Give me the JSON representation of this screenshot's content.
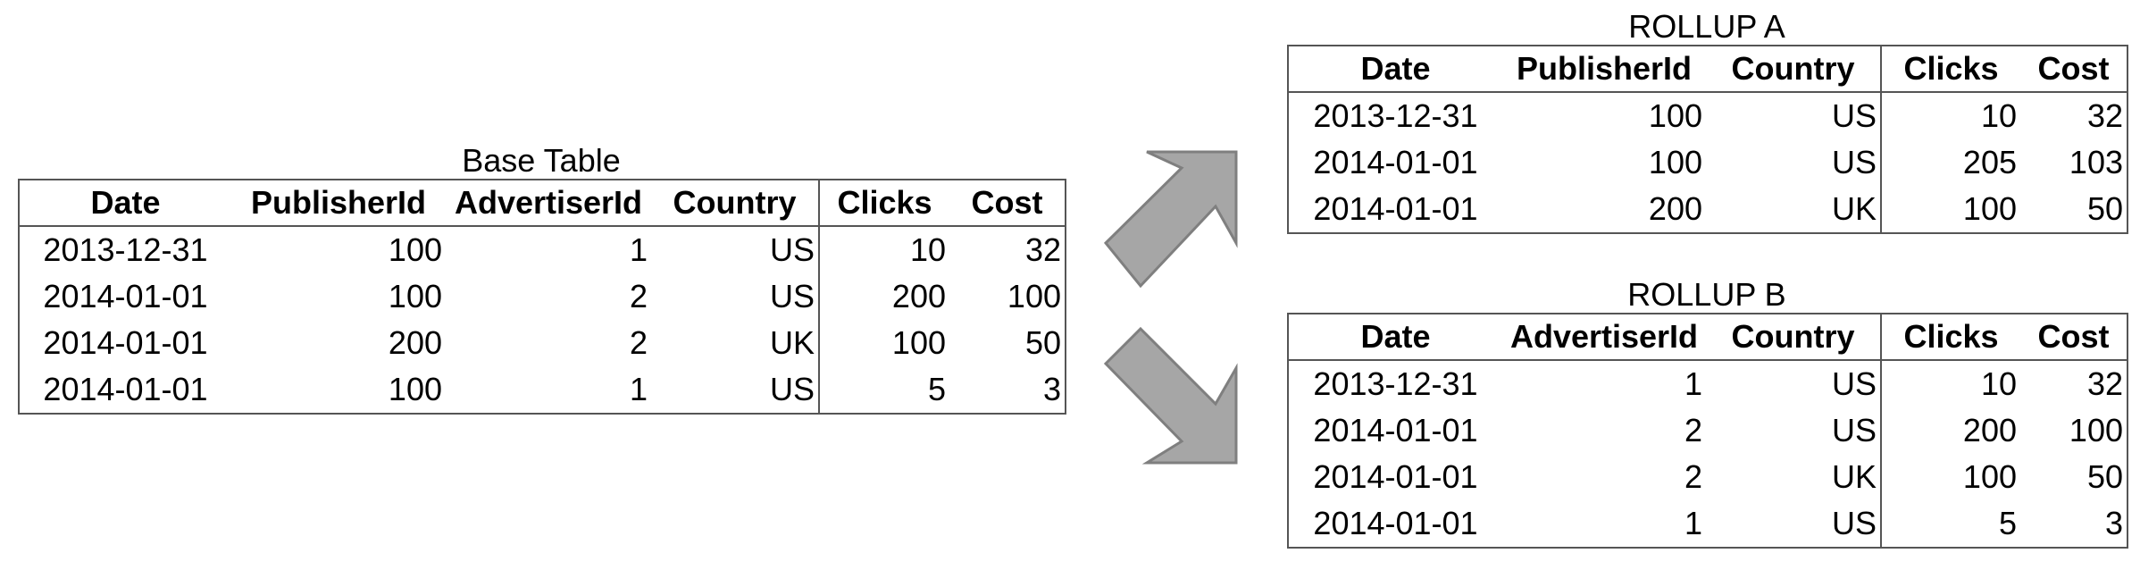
{
  "base_table": {
    "title": "Base Table",
    "columns": [
      "Date",
      "PublisherId",
      "AdvertiserId",
      "Country",
      "Clicks",
      "Cost"
    ],
    "rows": [
      [
        "2013-12-31",
        "100",
        "1",
        "US",
        "10",
        "32"
      ],
      [
        "2014-01-01",
        "100",
        "2",
        "US",
        "200",
        "100"
      ],
      [
        "2014-01-01",
        "200",
        "2",
        "UK",
        "100",
        "50"
      ],
      [
        "2014-01-01",
        "100",
        "1",
        "US",
        "5",
        "3"
      ]
    ]
  },
  "rollup_a": {
    "title": "ROLLUP A",
    "columns": [
      "Date",
      "PublisherId",
      "Country",
      "Clicks",
      "Cost"
    ],
    "rows": [
      [
        "2013-12-31",
        "100",
        "US",
        "10",
        "32"
      ],
      [
        "2014-01-01",
        "100",
        "US",
        "205",
        "103"
      ],
      [
        "2014-01-01",
        "200",
        "UK",
        "100",
        "50"
      ]
    ]
  },
  "rollup_b": {
    "title": "ROLLUP B",
    "columns": [
      "Date",
      "AdvertiserId",
      "Country",
      "Clicks",
      "Cost"
    ],
    "rows": [
      [
        "2013-12-31",
        "1",
        "US",
        "10",
        "32"
      ],
      [
        "2014-01-01",
        "2",
        "US",
        "200",
        "100"
      ],
      [
        "2014-01-01",
        "2",
        "UK",
        "100",
        "50"
      ],
      [
        "2014-01-01",
        "1",
        "US",
        "5",
        "3"
      ]
    ]
  },
  "colors": {
    "arrow_fill": "#a6a6a6",
    "arrow_stroke": "#7f7f7f",
    "border": "#555555"
  },
  "icons": [
    "arrow-up-right-icon",
    "arrow-down-right-icon"
  ]
}
